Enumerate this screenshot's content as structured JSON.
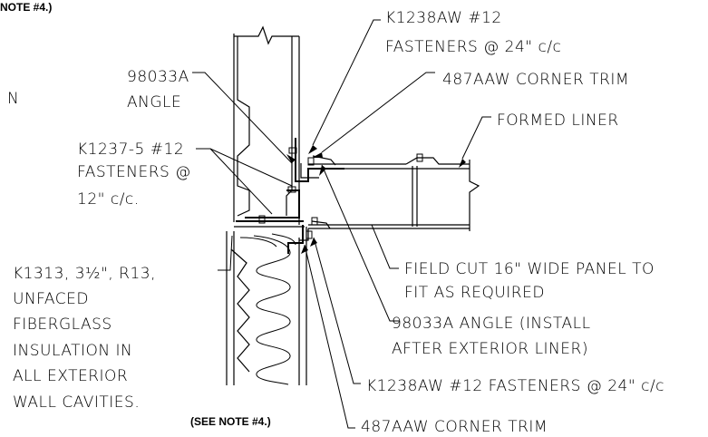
{
  "notes": {
    "top_left": "NOTE #4.)",
    "bottom": "(SEE NOTE #4.)",
    "stray_n": "N"
  },
  "labels": {
    "k1238aw_top_1": "K1238AW #12",
    "k1238aw_top_2": "FASTENERS @ 24\" c/c",
    "corner_trim_top": "487AAW CORNER TRIM",
    "angle_98033a_1": "98033A",
    "angle_98033a_2": "ANGLE",
    "formed_liner": "FORMED LINER",
    "k1237_1": "K1237-5 #12",
    "k1237_2": "FASTENERS @",
    "k1237_3": "12\" c/c.",
    "insulation_1": "K1313, 3½\", R13,",
    "insulation_2": "UNFACED",
    "insulation_3": "FIBERGLASS",
    "insulation_4": "INSULATION IN",
    "insulation_5": "ALL EXTERIOR",
    "insulation_6": "WALL CAVITIES.",
    "field_cut_1": "FIELD CUT 16\" WIDE PANEL TO",
    "field_cut_2": "FIT AS REQUIRED",
    "angle_install_1": "98033A ANGLE (INSTALL",
    "angle_install_2": "AFTER EXTERIOR LINER)",
    "k1238aw_bottom": "K1238AW #12 FASTENERS @ 24\" c/c",
    "corner_trim_bottom": "487AAW CORNER TRIM"
  }
}
